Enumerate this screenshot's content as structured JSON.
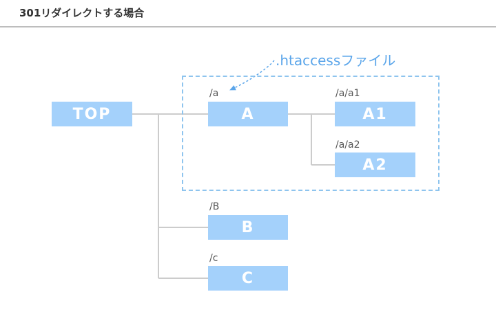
{
  "header": {
    "title": "301リダイレクトする場合"
  },
  "annotation": {
    "label": ".htaccessファイル"
  },
  "nodes": {
    "top": {
      "label": "TOP"
    },
    "a": {
      "label": "A",
      "path": "/a"
    },
    "a1": {
      "label": "A1",
      "path": "/a/a1"
    },
    "a2": {
      "label": "A2",
      "path": "/a/a2"
    },
    "b": {
      "label": "B",
      "path": "/B"
    },
    "c": {
      "label": "C",
      "path": "/c"
    }
  },
  "colors": {
    "node_fill": "#a4d1fb",
    "node_text": "#ffffff",
    "connector": "#cccccc",
    "annotation": "#5aa5ea"
  }
}
